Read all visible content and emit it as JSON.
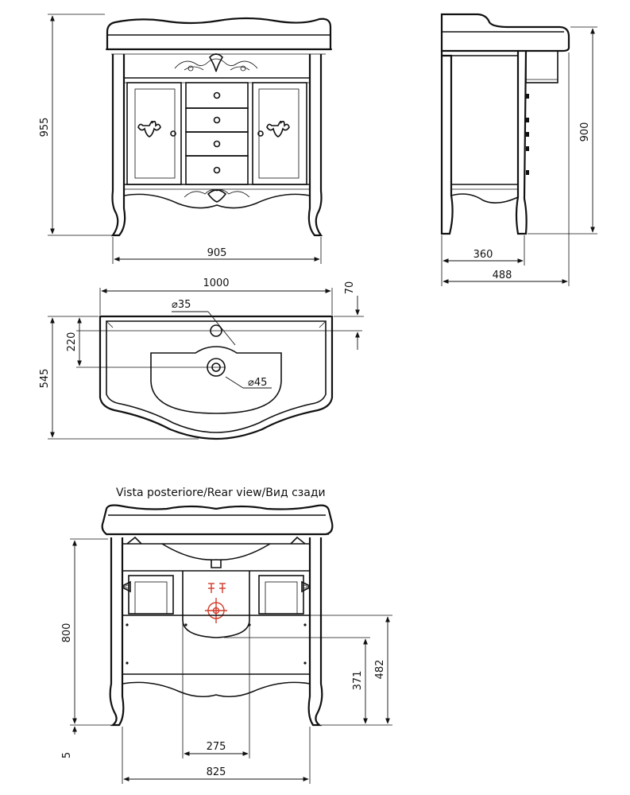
{
  "front_view": {
    "height_label": "955",
    "width_label": "905"
  },
  "side_view": {
    "height_label": "900",
    "depth_label": "360",
    "total_depth_label": "488"
  },
  "top_view": {
    "width_label": "1000",
    "depth_label": "545",
    "tap_offset_label": "220",
    "rim_label": "70",
    "tap_hole_label": "⌀35",
    "drain_label": "⌀45"
  },
  "rear_view": {
    "caption": "Vista posteriore/Rear view/Вид сзади",
    "height_label": "800",
    "base_label": "5",
    "drain_height_label": "371",
    "supply_height_label": "482",
    "drain_width_label": "275",
    "width_label": "825"
  },
  "colors": {
    "line": "#111111",
    "plumbing_marker": "#d23a2a"
  }
}
